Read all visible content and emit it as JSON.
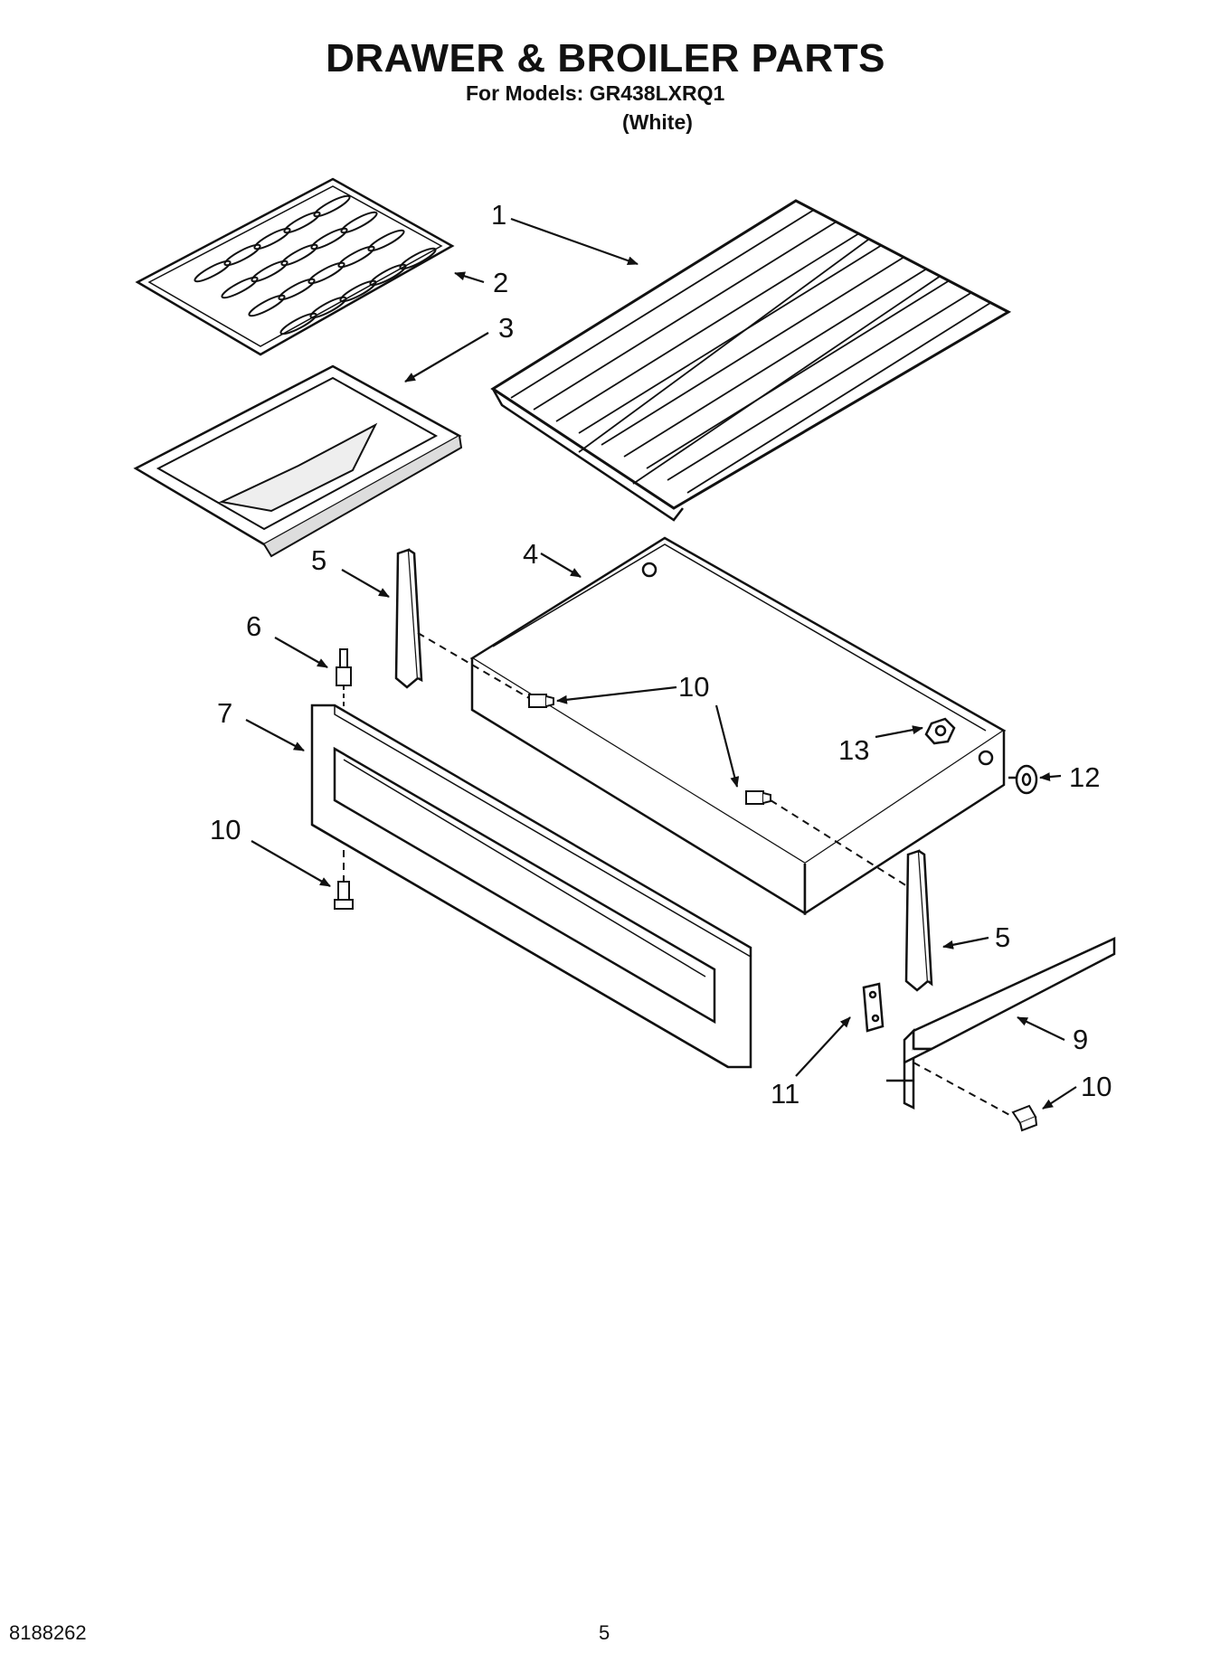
{
  "header": {
    "title": "DRAWER & BROILER PARTS",
    "models": "For Models: GR438LXRQ1",
    "variant": "(White)"
  },
  "footer": {
    "doc_number": "8188262",
    "page_number": "5"
  },
  "callouts": [
    "1",
    "2",
    "3",
    "4",
    "5",
    "6",
    "7",
    "10",
    "13",
    "12",
    "5",
    "9",
    "11",
    "10",
    "10"
  ],
  "colors": {
    "line": "#111111",
    "fill": "#ffffff",
    "shade": "#d8d8d8"
  }
}
